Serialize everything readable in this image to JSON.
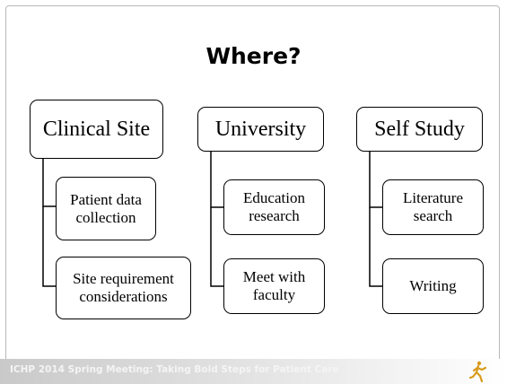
{
  "title": "Where?",
  "columns": [
    {
      "label": "Clinical Site",
      "items": [
        "Patient data collection",
        "Site requirement considerations"
      ]
    },
    {
      "label": "University",
      "items": [
        "Education research",
        "Meet with faculty"
      ]
    },
    {
      "label": "Self Study",
      "items": [
        "Literature search",
        "Writing"
      ]
    }
  ],
  "footer": {
    "text": "ICHP 2014 Spring Meeting: Taking Bold Steps for Patient Care",
    "logo_icon": "walking-figure-icon"
  },
  "colors": {
    "border": "#000000",
    "footer_bar": "#c9c9c9",
    "footer_text": "#f4f4f4",
    "logo": "#e0a020"
  }
}
